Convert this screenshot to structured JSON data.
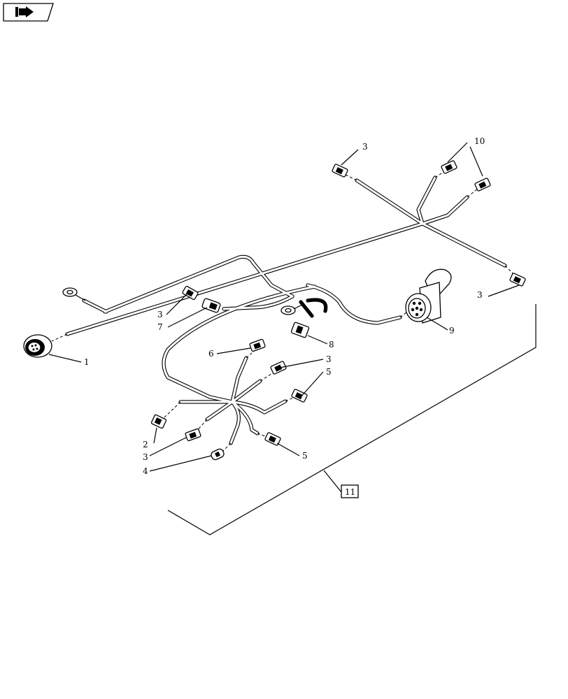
{
  "icons": {
    "nav": "back-arrow-icon"
  },
  "callouts": {
    "c1": "1",
    "c2": "2",
    "c3a": "3",
    "c3b": "3",
    "c3c": "3",
    "c3d": "3",
    "c3e": "3",
    "c4": "4",
    "c5a": "5",
    "c5b": "5",
    "c6": "6",
    "c7": "7",
    "c8": "8",
    "c9": "9",
    "c10": "10",
    "c11": "11"
  }
}
